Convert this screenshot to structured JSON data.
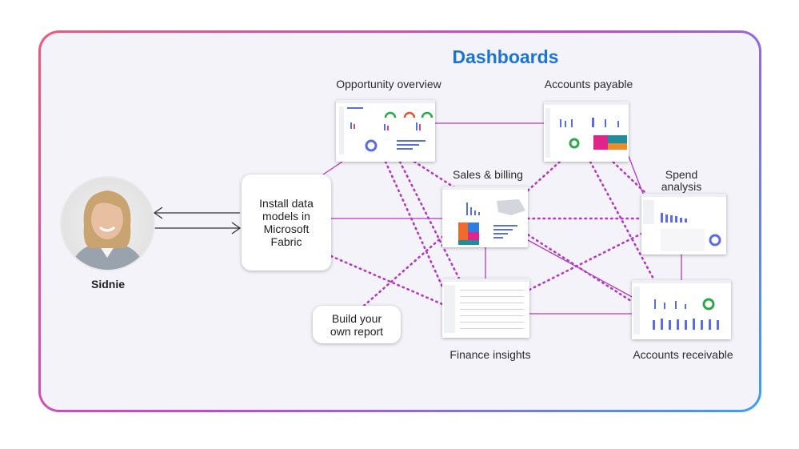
{
  "title": "Dashboards",
  "person": {
    "name": "Sidnie"
  },
  "boxes": {
    "install": "Install data models in Microsoft Fabric",
    "build": "Build your own report"
  },
  "dashboards": {
    "opportunity": "Opportunity overview",
    "payable": "Accounts payable",
    "sales": "Sales & billing",
    "spend": "Spend analysis",
    "finance": "Finance insights",
    "receivable": "Accounts receivable"
  },
  "colors": {
    "title": "#1a73d9",
    "connector": "#b23bc0",
    "bar": "#5b6ee1"
  }
}
